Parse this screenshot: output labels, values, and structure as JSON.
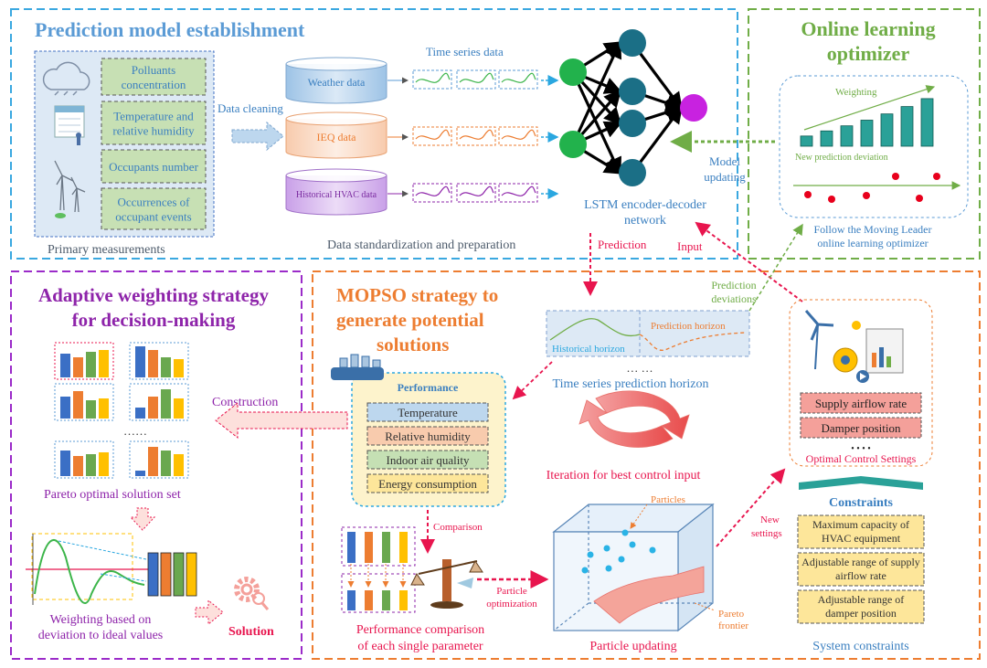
{
  "sections": {
    "prediction": {
      "title": "Prediction model establishment",
      "measurements": [
        "Polluants concentration",
        "Temperature and relative humidity",
        "Occupants number",
        "Occurrences of occupant events"
      ],
      "primary_caption": "Primary measurements",
      "data_cleaning": "Data cleaning",
      "time_series_label": "Time series data",
      "cylinders": [
        "Weather data",
        "IEQ data",
        "Historical HVAC data"
      ],
      "standardization_caption": "Data standardization and preparation",
      "network_caption_1": "LSTM encoder-decoder",
      "network_caption_2": "network",
      "model_updating_1": "Model",
      "model_updating_2": "updating"
    },
    "online": {
      "title_1": "Online learning",
      "title_2": "optimizer",
      "weighting": "Weighting",
      "new_deviation": "New prediction deviation",
      "caption_1": "Follow the Moving Leader",
      "caption_2": "online learning optimizer",
      "bars": [
        0.18,
        0.27,
        0.36,
        0.46,
        0.57,
        0.7,
        0.84
      ]
    },
    "adaptive": {
      "title_1": "Adaptive weighting strategy",
      "title_2": "for decision-making",
      "construction": "Construction",
      "ellipsis": "……",
      "pareto_caption": "Pareto optimal solution set",
      "weighting_caption_1": "Weighting based on",
      "weighting_caption_2": "deviation to ideal values",
      "solution": "Solution"
    },
    "mopso": {
      "title_1": "MOPSO strategy to",
      "title_2": "generate potential",
      "title_3": "solutions",
      "prediction_label": "Prediction",
      "input_label": "Input",
      "prediction_deviations_1": "Prediction",
      "prediction_deviations_2": "deviations",
      "historical_horizon": "Historical horizon",
      "prediction_horizon": "Prediction horizon",
      "dots": "… …",
      "horizon_caption": "Time series prediction horizon",
      "performance_title": "Performance",
      "performance_items": [
        "Temperature",
        "Relative humidity",
        "Indoor air quality",
        "Energy consumption"
      ],
      "iteration_caption": "Iteration for best control input",
      "comparison": "Comparison",
      "particle_optimization_1": "Particle",
      "particle_optimization_2": "optimization",
      "performance_caption_1": "Performance comparison",
      "performance_caption_2": "of each single parameter",
      "particles_label": "Particles",
      "pareto_frontier_1": "Pareto",
      "pareto_frontier_2": "frontier",
      "particle_updating": "Particle updating",
      "new_settings_1": "New",
      "new_settings_2": "settings"
    },
    "system": {
      "settings": [
        "Supply airflow rate",
        "Damper position"
      ],
      "dots": "• • • •",
      "settings_caption": "Optimal Control Settings",
      "constraints_title": "Constraints",
      "constraints": [
        [
          "Maximum capacity of",
          "HVAC equipment"
        ],
        [
          "Adjustable range of supply",
          "airflow rate"
        ],
        [
          "Adjustable range of",
          "damper position"
        ]
      ],
      "caption": "System constraints"
    }
  },
  "colors": {
    "prediction_border": "#3aa8e0",
    "online_border": "#70ad47",
    "adaptive_border": "#9b2bc9",
    "mopso_border": "#ed7d31",
    "title_blue": "#5b9bd5",
    "title_green": "#70ad47",
    "title_purple": "#8e24aa",
    "title_orange": "#ed7d31",
    "red_text": "#e8154e",
    "teal": "#2aa198",
    "dark_teal": "#1b6f86",
    "node_green": "#22b24c",
    "node_purple": "#c822e0",
    "box_green": "#c7e0b4",
    "box_yellow": "#fde69a"
  }
}
